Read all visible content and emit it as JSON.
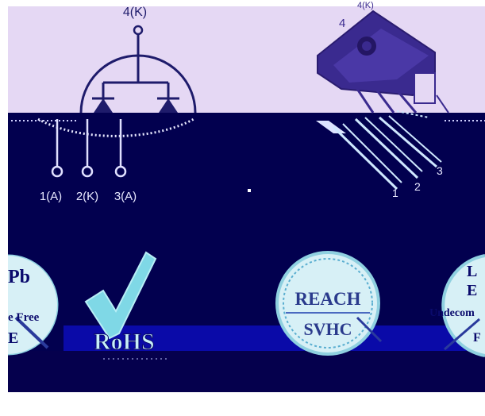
{
  "colors": {
    "top_band": "#e5d8f4",
    "mid_band": "#02004f",
    "stripe": "#0a0aa8",
    "bottom_band": "#05004d",
    "schematic_stroke": "#1e1b6b",
    "package_body": "#3a2a8f",
    "light_line": "#cfe8ff",
    "check": "#7fd8e6",
    "badge_fill": "#d7f0f6"
  },
  "schematic": {
    "top_label": "4(K)",
    "pin_labels": [
      "1(A)",
      "2(K)",
      "3(A)"
    ]
  },
  "package": {
    "tab_label": "4",
    "corner_label": "4(K)",
    "pin_numbers": [
      "1",
      "2",
      "3"
    ]
  },
  "badges": {
    "left_partial": {
      "line1": "Pb",
      "line2": "e Free",
      "line3": "E"
    },
    "rohs": {
      "label": "RoHS"
    },
    "reach": {
      "line1": "REACH",
      "line2": "SVHC"
    },
    "right_partial": {
      "line1": "L",
      "line2": "E",
      "line3": "Undecom",
      "line4": "F"
    }
  }
}
